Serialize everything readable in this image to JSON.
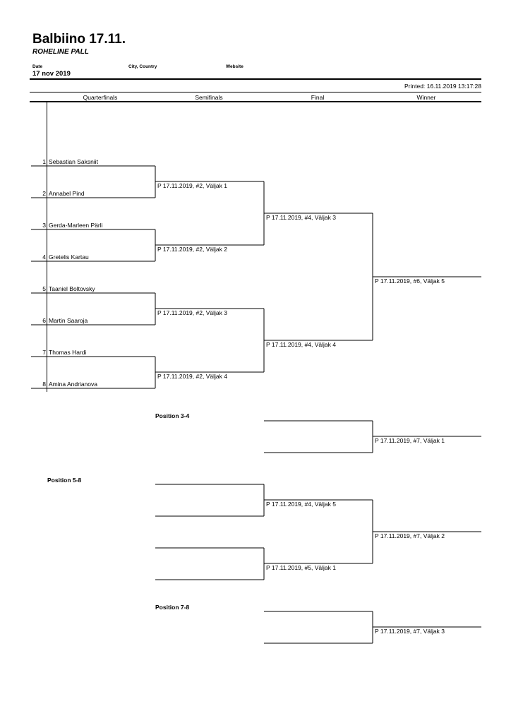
{
  "header": {
    "title": "Balbiino 17.11.",
    "subtitle": "ROHELINE PALL",
    "date_label": "Date",
    "date_value": "17 nov 2019",
    "location_label": "City, Country",
    "website_label": "Website",
    "printed": "Printed: 16.11.2019 13:17:28"
  },
  "columns": [
    "Quarterfinals",
    "Semifinals",
    "Final",
    "Winner"
  ],
  "players": [
    {
      "seed": "1",
      "name": "Sebastian Saksniit"
    },
    {
      "seed": "2",
      "name": "Annabel Pind"
    },
    {
      "seed": "3",
      "name": "Gerda-Marleen Pärli"
    },
    {
      "seed": "4",
      "name": "Gretelis Kartau"
    },
    {
      "seed": "5",
      "name": "Taaniel Boltovsky"
    },
    {
      "seed": "6",
      "name": "Martin Saaroja"
    },
    {
      "seed": "7",
      "name": "Thomas Hardi"
    },
    {
      "seed": "8",
      "name": "Amina Andrianova"
    }
  ],
  "matches": {
    "qf1": "P 17.11.2019, #2, Väljak 1",
    "qf2": "P 17.11.2019, #2, Väljak 2",
    "qf3": "P 17.11.2019, #2, Väljak 3",
    "qf4": "P 17.11.2019, #2, Väljak 4",
    "sf1": "P 17.11.2019, #4, Väljak 3",
    "sf2": "P 17.11.2019, #4, Väljak 4",
    "final": "P 17.11.2019, #6, Väljak 5",
    "p34": "P 17.11.2019, #7, Väljak 1",
    "p58_a": "P 17.11.2019, #4, Väljak 5",
    "p58_b": "P 17.11.2019, #5, Väljak 1",
    "p58_final": "P 17.11.2019, #7, Väljak 2",
    "p78": "P 17.11.2019, #7, Väljak 3"
  },
  "sections": {
    "pos34": "Position 3-4",
    "pos58": "Position 5-8",
    "pos78": "Position 7-8"
  }
}
